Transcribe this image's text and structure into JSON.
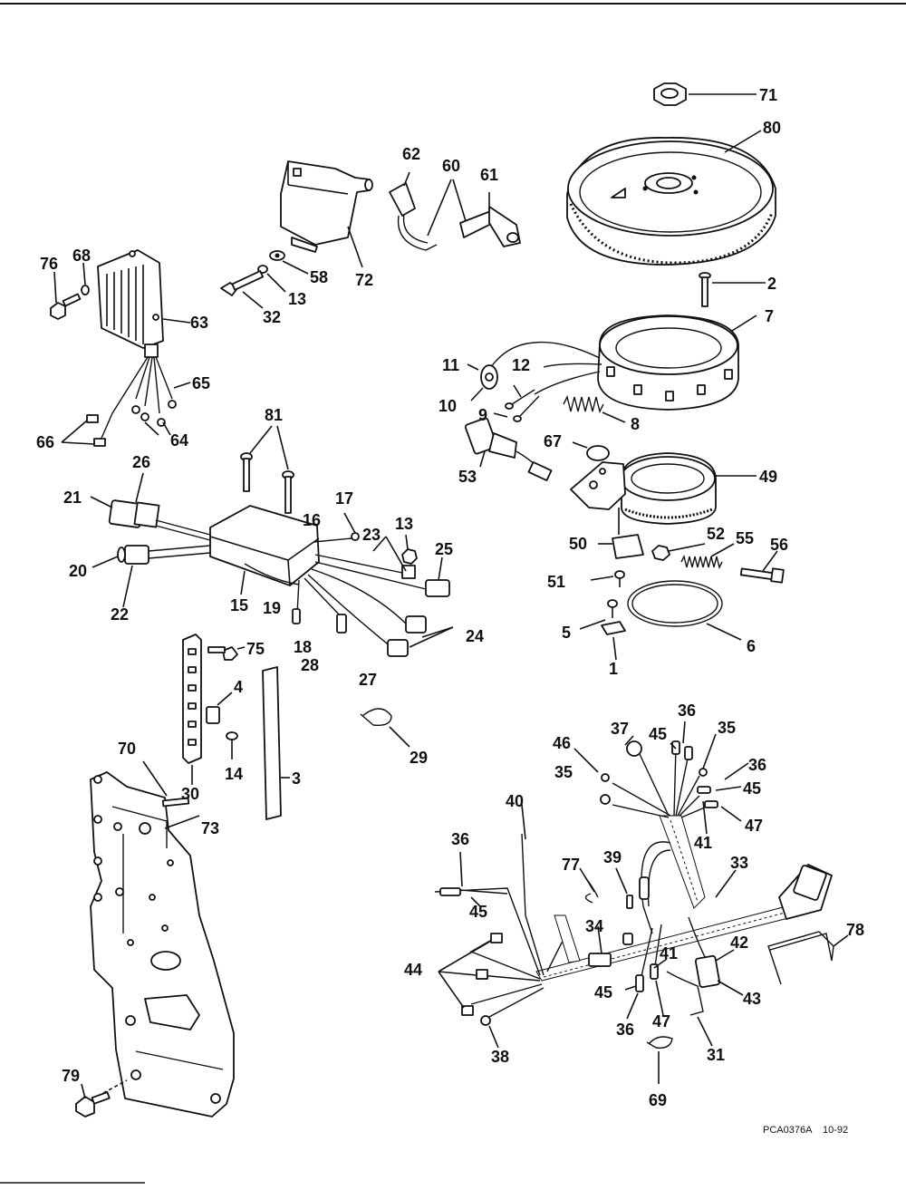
{
  "document": {
    "reference_code": "PCA0376A",
    "date_code": "10-92"
  },
  "callouts": {
    "n1": "1",
    "n2": "2",
    "n3": "3",
    "n4": "4",
    "n5": "5",
    "n6": "6",
    "n7": "7",
    "n8": "8",
    "n9": "9",
    "n10": "10",
    "n11": "11",
    "n12": "12",
    "n13a": "13",
    "n13b": "13",
    "n14": "14",
    "n15": "15",
    "n16": "16",
    "n17": "17",
    "n18": "18",
    "n19": "19",
    "n20": "20",
    "n21": "21",
    "n22": "22",
    "n23": "23",
    "n24": "24",
    "n25": "25",
    "n26": "26",
    "n27": "27",
    "n28": "28",
    "n29": "29",
    "n30": "30",
    "n31": "31",
    "n32": "32",
    "n33": "33",
    "n34": "34",
    "n35a": "35",
    "n35b": "35",
    "n36a": "36",
    "n36b": "36",
    "n36c": "36",
    "n36d": "36",
    "n37": "37",
    "n38": "38",
    "n39": "39",
    "n40": "40",
    "n41a": "41",
    "n41b": "41",
    "n42": "42",
    "n43": "43",
    "n44": "44",
    "n45a": "45",
    "n45b": "45",
    "n45c": "45",
    "n45d": "45",
    "n46": "46",
    "n47a": "47",
    "n47b": "47",
    "n49": "49",
    "n50": "50",
    "n51": "51",
    "n52": "52",
    "n53": "53",
    "n55": "55",
    "n56": "56",
    "n58": "58",
    "n60": "60",
    "n61": "61",
    "n62": "62",
    "n63": "63",
    "n64": "64",
    "n65": "65",
    "n66": "66",
    "n67": "67",
    "n68": "68",
    "n69": "69",
    "n70": "70",
    "n71": "71",
    "n72": "72",
    "n73": "73",
    "n75": "75",
    "n76": "76",
    "n77": "77",
    "n78": "78",
    "n79": "79",
    "n80": "80",
    "n81": "81"
  }
}
